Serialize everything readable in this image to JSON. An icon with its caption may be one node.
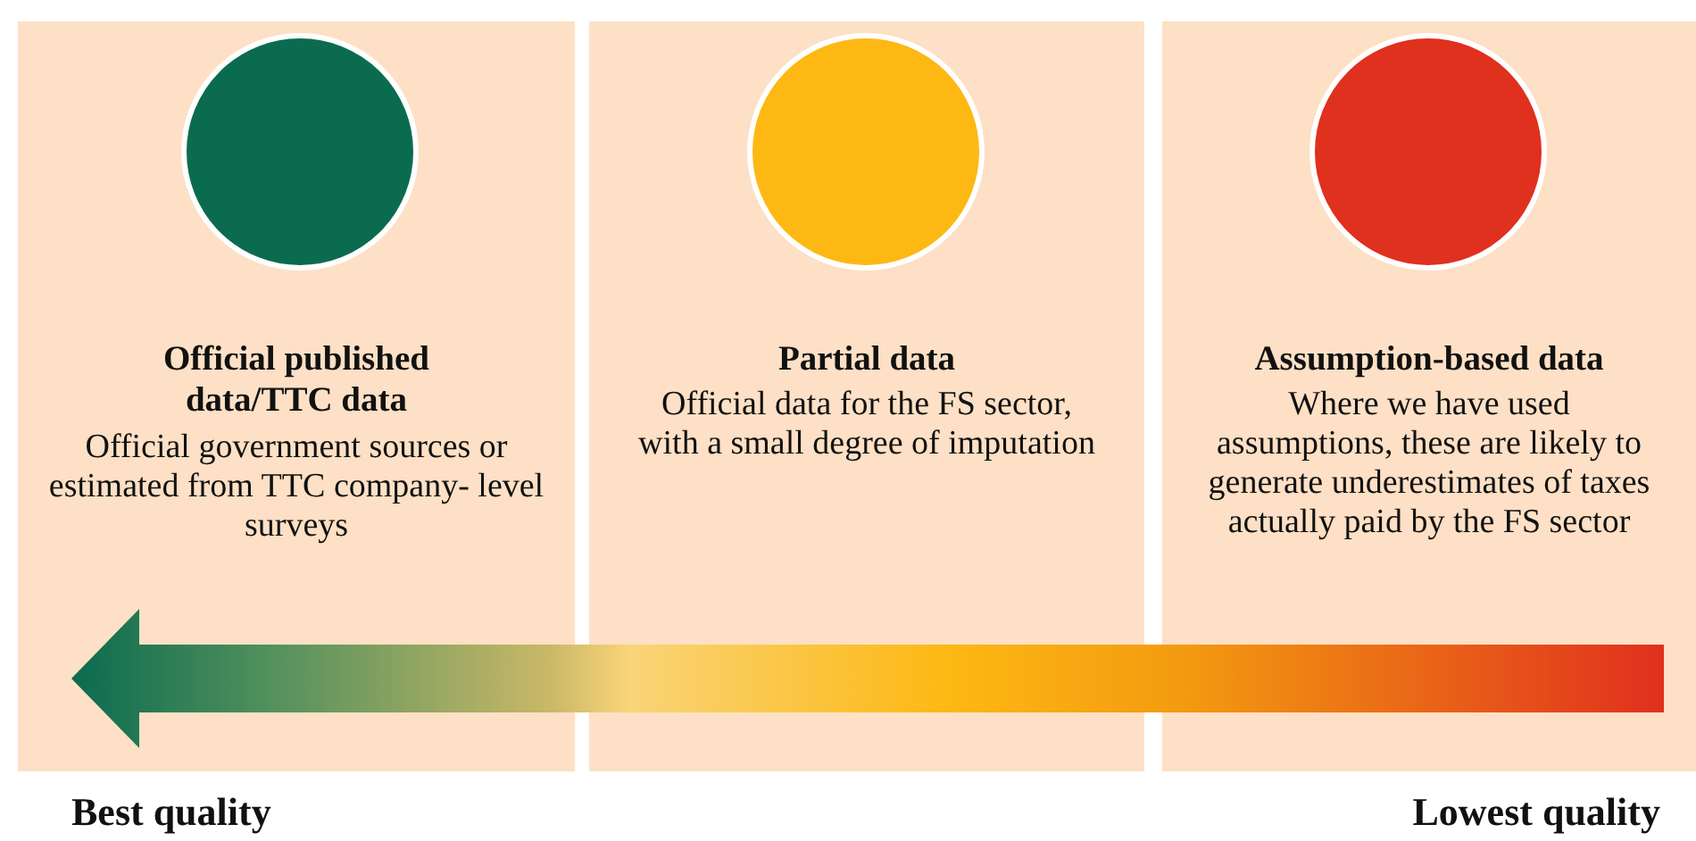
{
  "diagram": {
    "nodes": [
      {
        "text": [
          "Official published data/TTC data",
          "Official government sources or estimated from TTC company- level surveys"
        ]
      },
      {
        "text": [],
        "shape": "circle",
        "in": 0
      },
      {
        "text": [
          "Partial data",
          "Official data for the FS sector, with a small degree of imputation"
        ]
      },
      {
        "text": [],
        "shape": "circle",
        "in": 2
      },
      {
        "text": [
          "Assumption-based data",
          "Where we have used assumptions, these are likely to generate underestimates of taxes actually paid by the FS sector"
        ]
      },
      {
        "text": [],
        "shape": "circle",
        "in": 4
      }
    ],
    "labels": [
      "Best quality",
      "Lowest quality"
    ]
  }
}
